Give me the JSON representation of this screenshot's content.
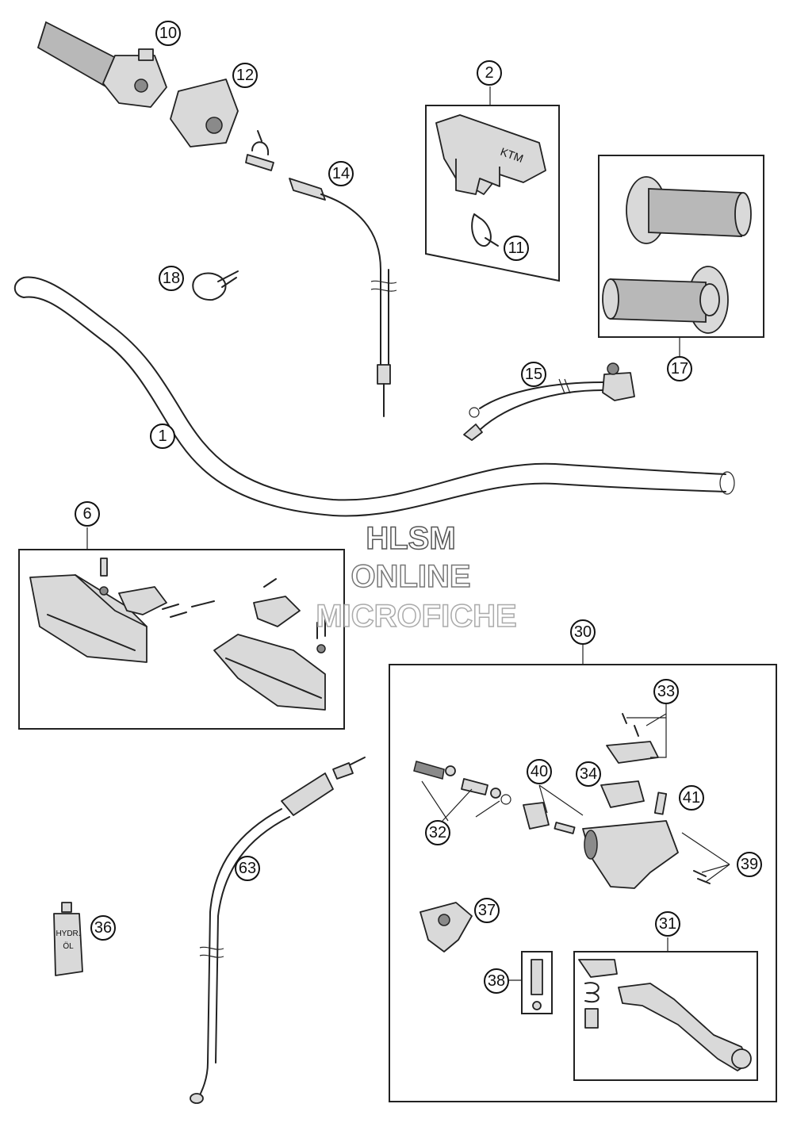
{
  "watermark": {
    "line1": "HLSM",
    "line2": "ONLINE",
    "line3": "MICROFICHE"
  },
  "callouts": {
    "c1": "1",
    "c2": "2",
    "c6": "6",
    "c10": "10",
    "c11": "11",
    "c12": "12",
    "c14": "14",
    "c15": "15",
    "c17": "17",
    "c18": "18",
    "c30": "30",
    "c31": "31",
    "c32": "32",
    "c33": "33",
    "c34": "34",
    "c36": "36",
    "c37": "37",
    "c38": "38",
    "c39": "39",
    "c40": "40",
    "c41": "41",
    "c63": "63"
  },
  "bottle_label": {
    "line1": "HYDR.",
    "line2": "ÖL"
  }
}
